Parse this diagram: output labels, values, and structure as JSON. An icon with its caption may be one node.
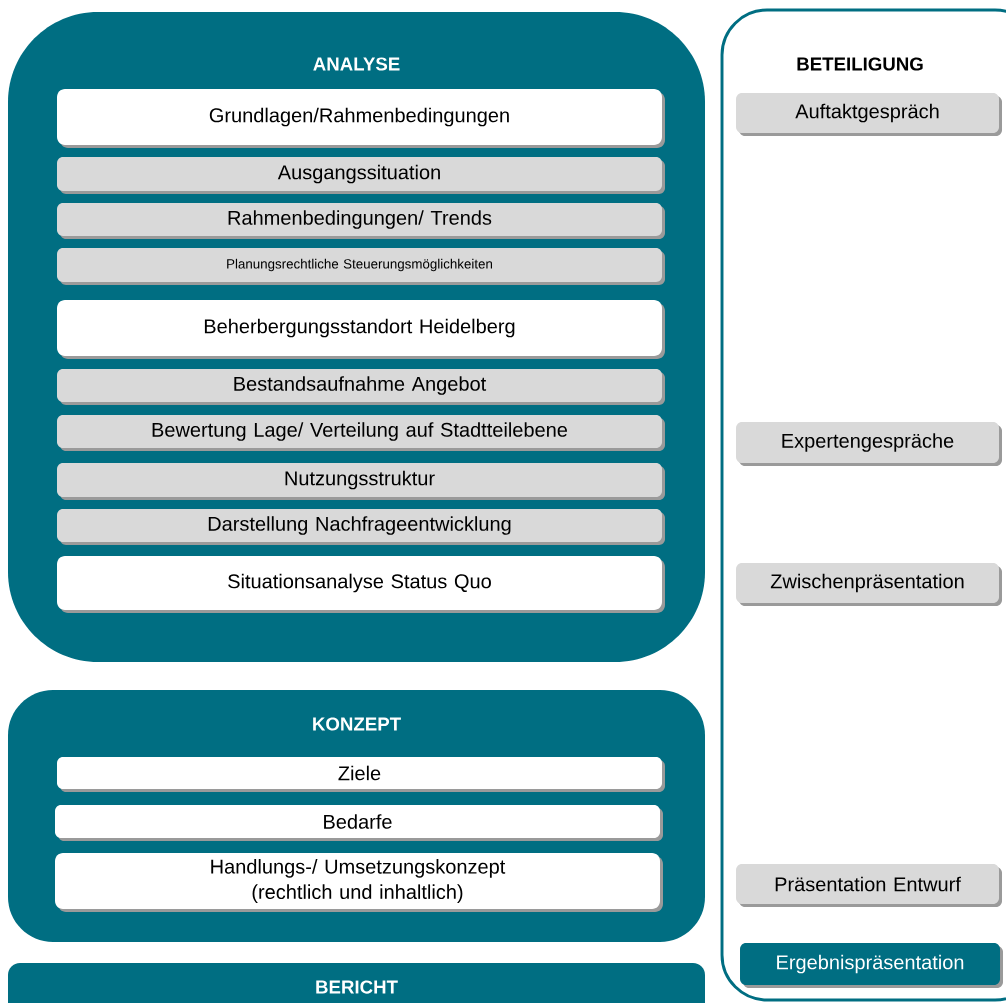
{
  "diagram": {
    "nodes": [
      {
        "text": [
          "ANALYSE"
        ]
      },
      {
        "text": [
          "Grundlagen/Rahmenbedingungen"
        ],
        "in": 0
      },
      {
        "text": [
          "Ausgangssituation"
        ],
        "in": 0
      },
      {
        "text": [
          "Rahmenbedingungen/ Trends"
        ],
        "in": 0
      },
      {
        "text": [
          "Planungsrechtliche Steuerungsmöglichkeiten"
        ],
        "in": 0
      },
      {
        "text": [
          "Beherbergungsstandort Heidelberg"
        ],
        "in": 0
      },
      {
        "text": [
          "Bestandsaufnahme Angebot"
        ],
        "in": 0
      },
      {
        "text": [
          "Bewertung Lage/ Verteilung auf Stadtteilebene"
        ],
        "in": 0
      },
      {
        "text": [
          "Nutzungsstruktur"
        ],
        "in": 0
      },
      {
        "text": [
          "Darstellung Nachfrageentwicklung"
        ],
        "in": 0
      },
      {
        "text": [
          "Situationsanalyse Status Quo"
        ],
        "in": 0
      },
      {
        "text": [
          "KONZEPT"
        ]
      },
      {
        "text": [
          "Ziele"
        ],
        "in": 11
      },
      {
        "text": [
          "Bedarfe"
        ],
        "in": 11
      },
      {
        "text": [
          "Handlungs-/ Umsetzungskonzept (rechtlich und inhaltlich)"
        ],
        "in": 11
      },
      {
        "text": [
          "BERICHT"
        ]
      },
      {
        "text": [
          "BETEILIGUNG"
        ]
      },
      {
        "text": [
          "Auftaktgespräch"
        ],
        "in": 16
      },
      {
        "text": [
          "Expertengespräche"
        ],
        "in": 16
      },
      {
        "text": [
          "Zwischenpräsentation"
        ],
        "in": 16
      },
      {
        "text": [
          "Präsentation Entwurf"
        ],
        "in": 16
      },
      {
        "text": [
          "Ergebnispräsentation"
        ],
        "in": 16
      }
    ]
  }
}
